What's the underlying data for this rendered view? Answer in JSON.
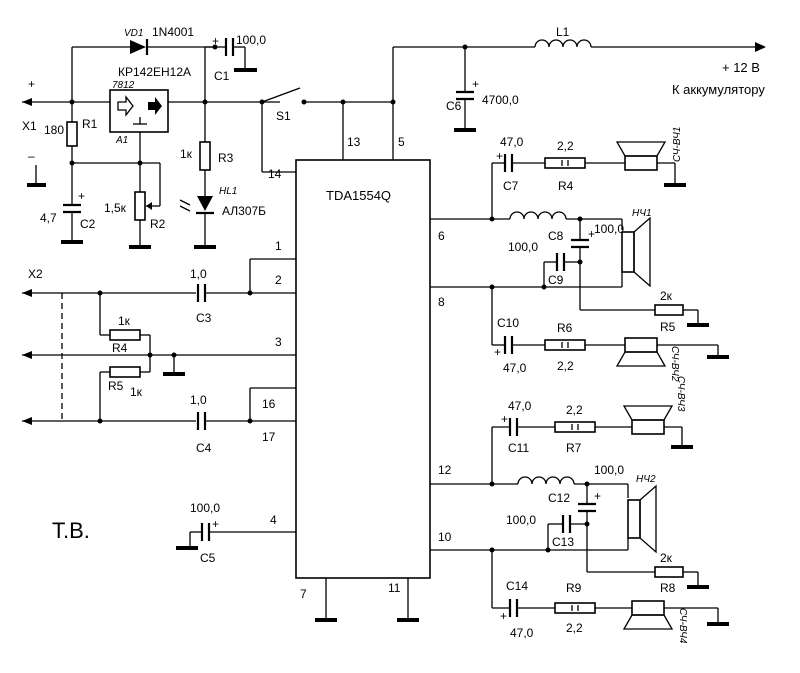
{
  "labels": {
    "vd1": "VD1",
    "vd1_type": "1N4001",
    "regulator": "КР142ЕН12А",
    "reg_7812": "7812",
    "a1": "A1",
    "c1_val": "100,0",
    "c1": "C1",
    "x1": "X1",
    "plus": "+",
    "minus": "–",
    "r1_val": "180",
    "r1": "R1",
    "c2_val": "4,7",
    "c2": "C2",
    "r2_val": "1,5к",
    "r2": "R2",
    "r3_val": "1к",
    "r3": "R3",
    "hl1": "HL1",
    "hl1_type": "АЛ307Б",
    "s1": "S1",
    "l1": "L1",
    "supply": "+ 12 В",
    "to_battery": "К аккумулятору",
    "c6": "C6",
    "c6_val": "4700,0",
    "ic": "TDA1554Q",
    "x2": "X2",
    "c3_val": "1,0",
    "c3": "C3",
    "r4_val": "1к",
    "r4": "R4",
    "r5_val": "1к",
    "r5": "R5",
    "c4_val": "1,0",
    "c4": "C4",
    "c5_val": "100,0",
    "c5": "C5",
    "tv": "Т.В.",
    "c7_val": "47,0",
    "c7": "C7",
    "r4b_val": "2,2",
    "r4b": "R4",
    "sp_hf1": "СЧ-ВЧ1",
    "nch1": "НЧ1",
    "c8": "C8",
    "c8_val": "100,0",
    "c9_val": "100,0",
    "c9": "C9",
    "r5b_val": "2к",
    "r5b": "R5",
    "c10": "C10",
    "c10_val": "47,0",
    "r6": "R6",
    "r6_val": "2,2",
    "sp_hf2": "СЧ-ВЧ2",
    "c11_val": "47,0",
    "c11": "C11",
    "r7_val": "2,2",
    "r7": "R7",
    "sp_hf3": "СЧ-ВЧ3",
    "c12_val": "100,0",
    "c12": "C12",
    "nch2": "НЧ2",
    "c13_val": "100,0",
    "c13": "C13",
    "r8_val": "2к",
    "r8": "R8",
    "c14": "C14",
    "c14_val": "47,0",
    "r9": "R9",
    "r9_val": "2,2",
    "sp_hf4": "СЧ-ВЧ4"
  },
  "pins": {
    "p1": "1",
    "p2": "2",
    "p3": "3",
    "p4": "4",
    "p5": "5",
    "p6": "6",
    "p7": "7",
    "p8": "8",
    "p10": "10",
    "p11": "11",
    "p12": "12",
    "p13": "13",
    "p14": "14",
    "p16": "16",
    "p17": "17"
  }
}
